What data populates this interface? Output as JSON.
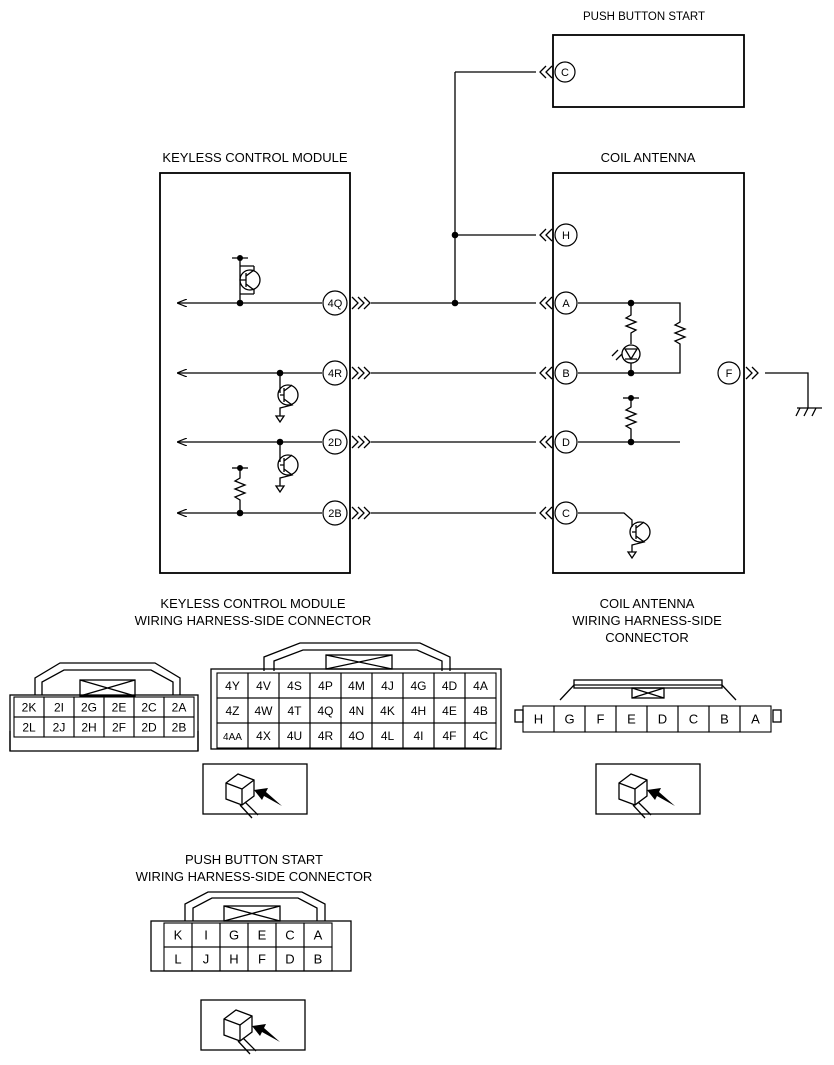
{
  "titles": {
    "push_button_start": "PUSH BUTTON START",
    "keyless_control_module": "KEYLESS CONTROL MODULE",
    "coil_antenna": "COIL ANTENNA"
  },
  "terminals": {
    "push_c": "C",
    "kcm_4q": "4Q",
    "kcm_4r": "4R",
    "kcm_2d": "2D",
    "kcm_2b": "2B",
    "coil_h": "H",
    "coil_a": "A",
    "coil_b": "B",
    "coil_d": "D",
    "coil_c": "C",
    "coil_f": "F"
  },
  "connector_captions": {
    "kcm_line1": "KEYLESS CONTROL MODULE",
    "kcm_line2": "WIRING HARNESS-SIDE CONNECTOR",
    "coil_line1": "COIL ANTENNA",
    "coil_line2": "WIRING HARNESS-SIDE",
    "coil_line3": "CONNECTOR",
    "push_line1": "PUSH BUTTON START",
    "push_line2": "WIRING HARNESS-SIDE CONNECTOR"
  },
  "kcm_connector_2": {
    "rows": [
      [
        "2K",
        "2I",
        "2G",
        "2E",
        "2C",
        "2A"
      ],
      [
        "2L",
        "2J",
        "2H",
        "2F",
        "2D",
        "2B"
      ]
    ]
  },
  "kcm_connector_4": {
    "rows": [
      [
        "4Y",
        "4V",
        "4S",
        "4P",
        "4M",
        "4J",
        "4G",
        "4D",
        "4A"
      ],
      [
        "4Z",
        "4W",
        "4T",
        "4Q",
        "4N",
        "4K",
        "4H",
        "4E",
        "4B"
      ],
      [
        "4AA",
        "4X",
        "4U",
        "4R",
        "4O",
        "4L",
        "4I",
        "4F",
        "4C"
      ]
    ]
  },
  "coil_connector": {
    "cells": [
      "H",
      "G",
      "F",
      "E",
      "D",
      "C",
      "B",
      "A"
    ]
  },
  "push_connector": {
    "rows": [
      [
        "K",
        "I",
        "G",
        "E",
        "C",
        "A"
      ],
      [
        "L",
        "J",
        "H",
        "F",
        "D",
        "B"
      ]
    ]
  }
}
